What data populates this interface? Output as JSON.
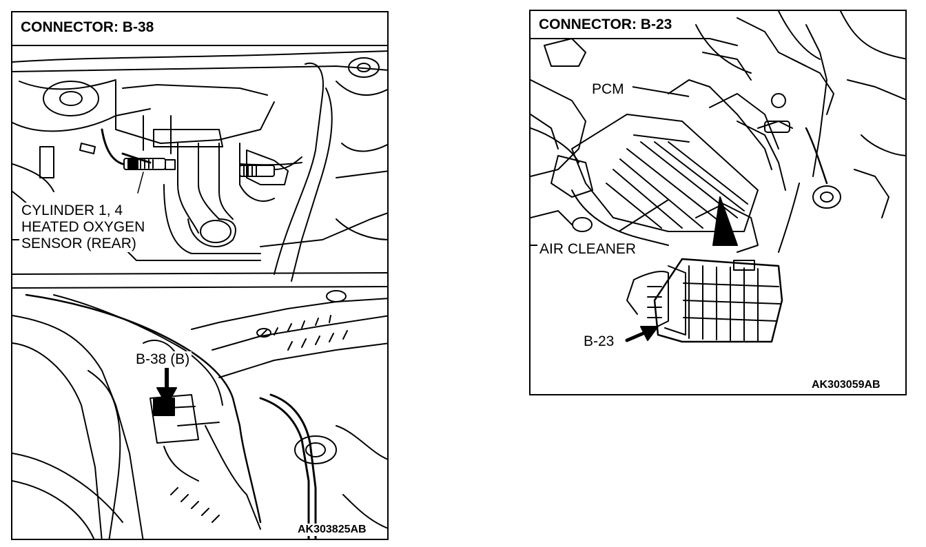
{
  "left_panel": {
    "title": "CONNECTOR: B-38",
    "sensor_label": [
      "CYLINDER 1, 4",
      "HEATED OXYGEN",
      "SENSOR (REAR)"
    ],
    "connector_label": "B-38 (B)",
    "figure_code": "AK303825AB"
  },
  "right_panel": {
    "title": "CONNECTOR: B-23",
    "pcm_label": "PCM",
    "air_cleaner_label": "AIR CLEANER",
    "connector_label": "B-23",
    "figure_code": "AK303059AB"
  }
}
